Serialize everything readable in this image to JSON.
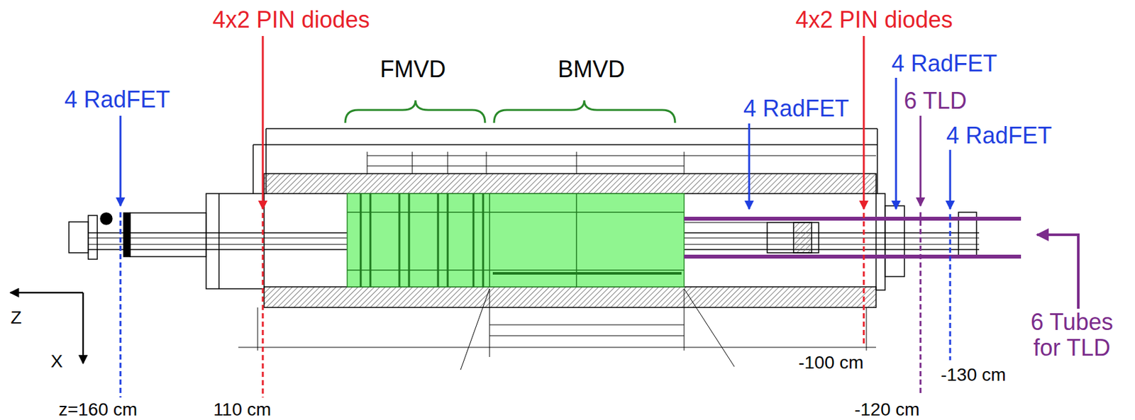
{
  "diagram": {
    "labels": [
      "4x2 PIN diodes",
      "4x2 PIN diodes",
      "FMVD",
      "BMVD",
      "4 RadFET",
      "4 RadFET",
      "4 RadFET",
      "6 TLD",
      "4 RadFET",
      "6 Tubes for TLD",
      "z=160 cm",
      "110 cm",
      "-100 cm",
      "-120 cm",
      "-130 cm",
      "Z",
      "X"
    ]
  }
}
